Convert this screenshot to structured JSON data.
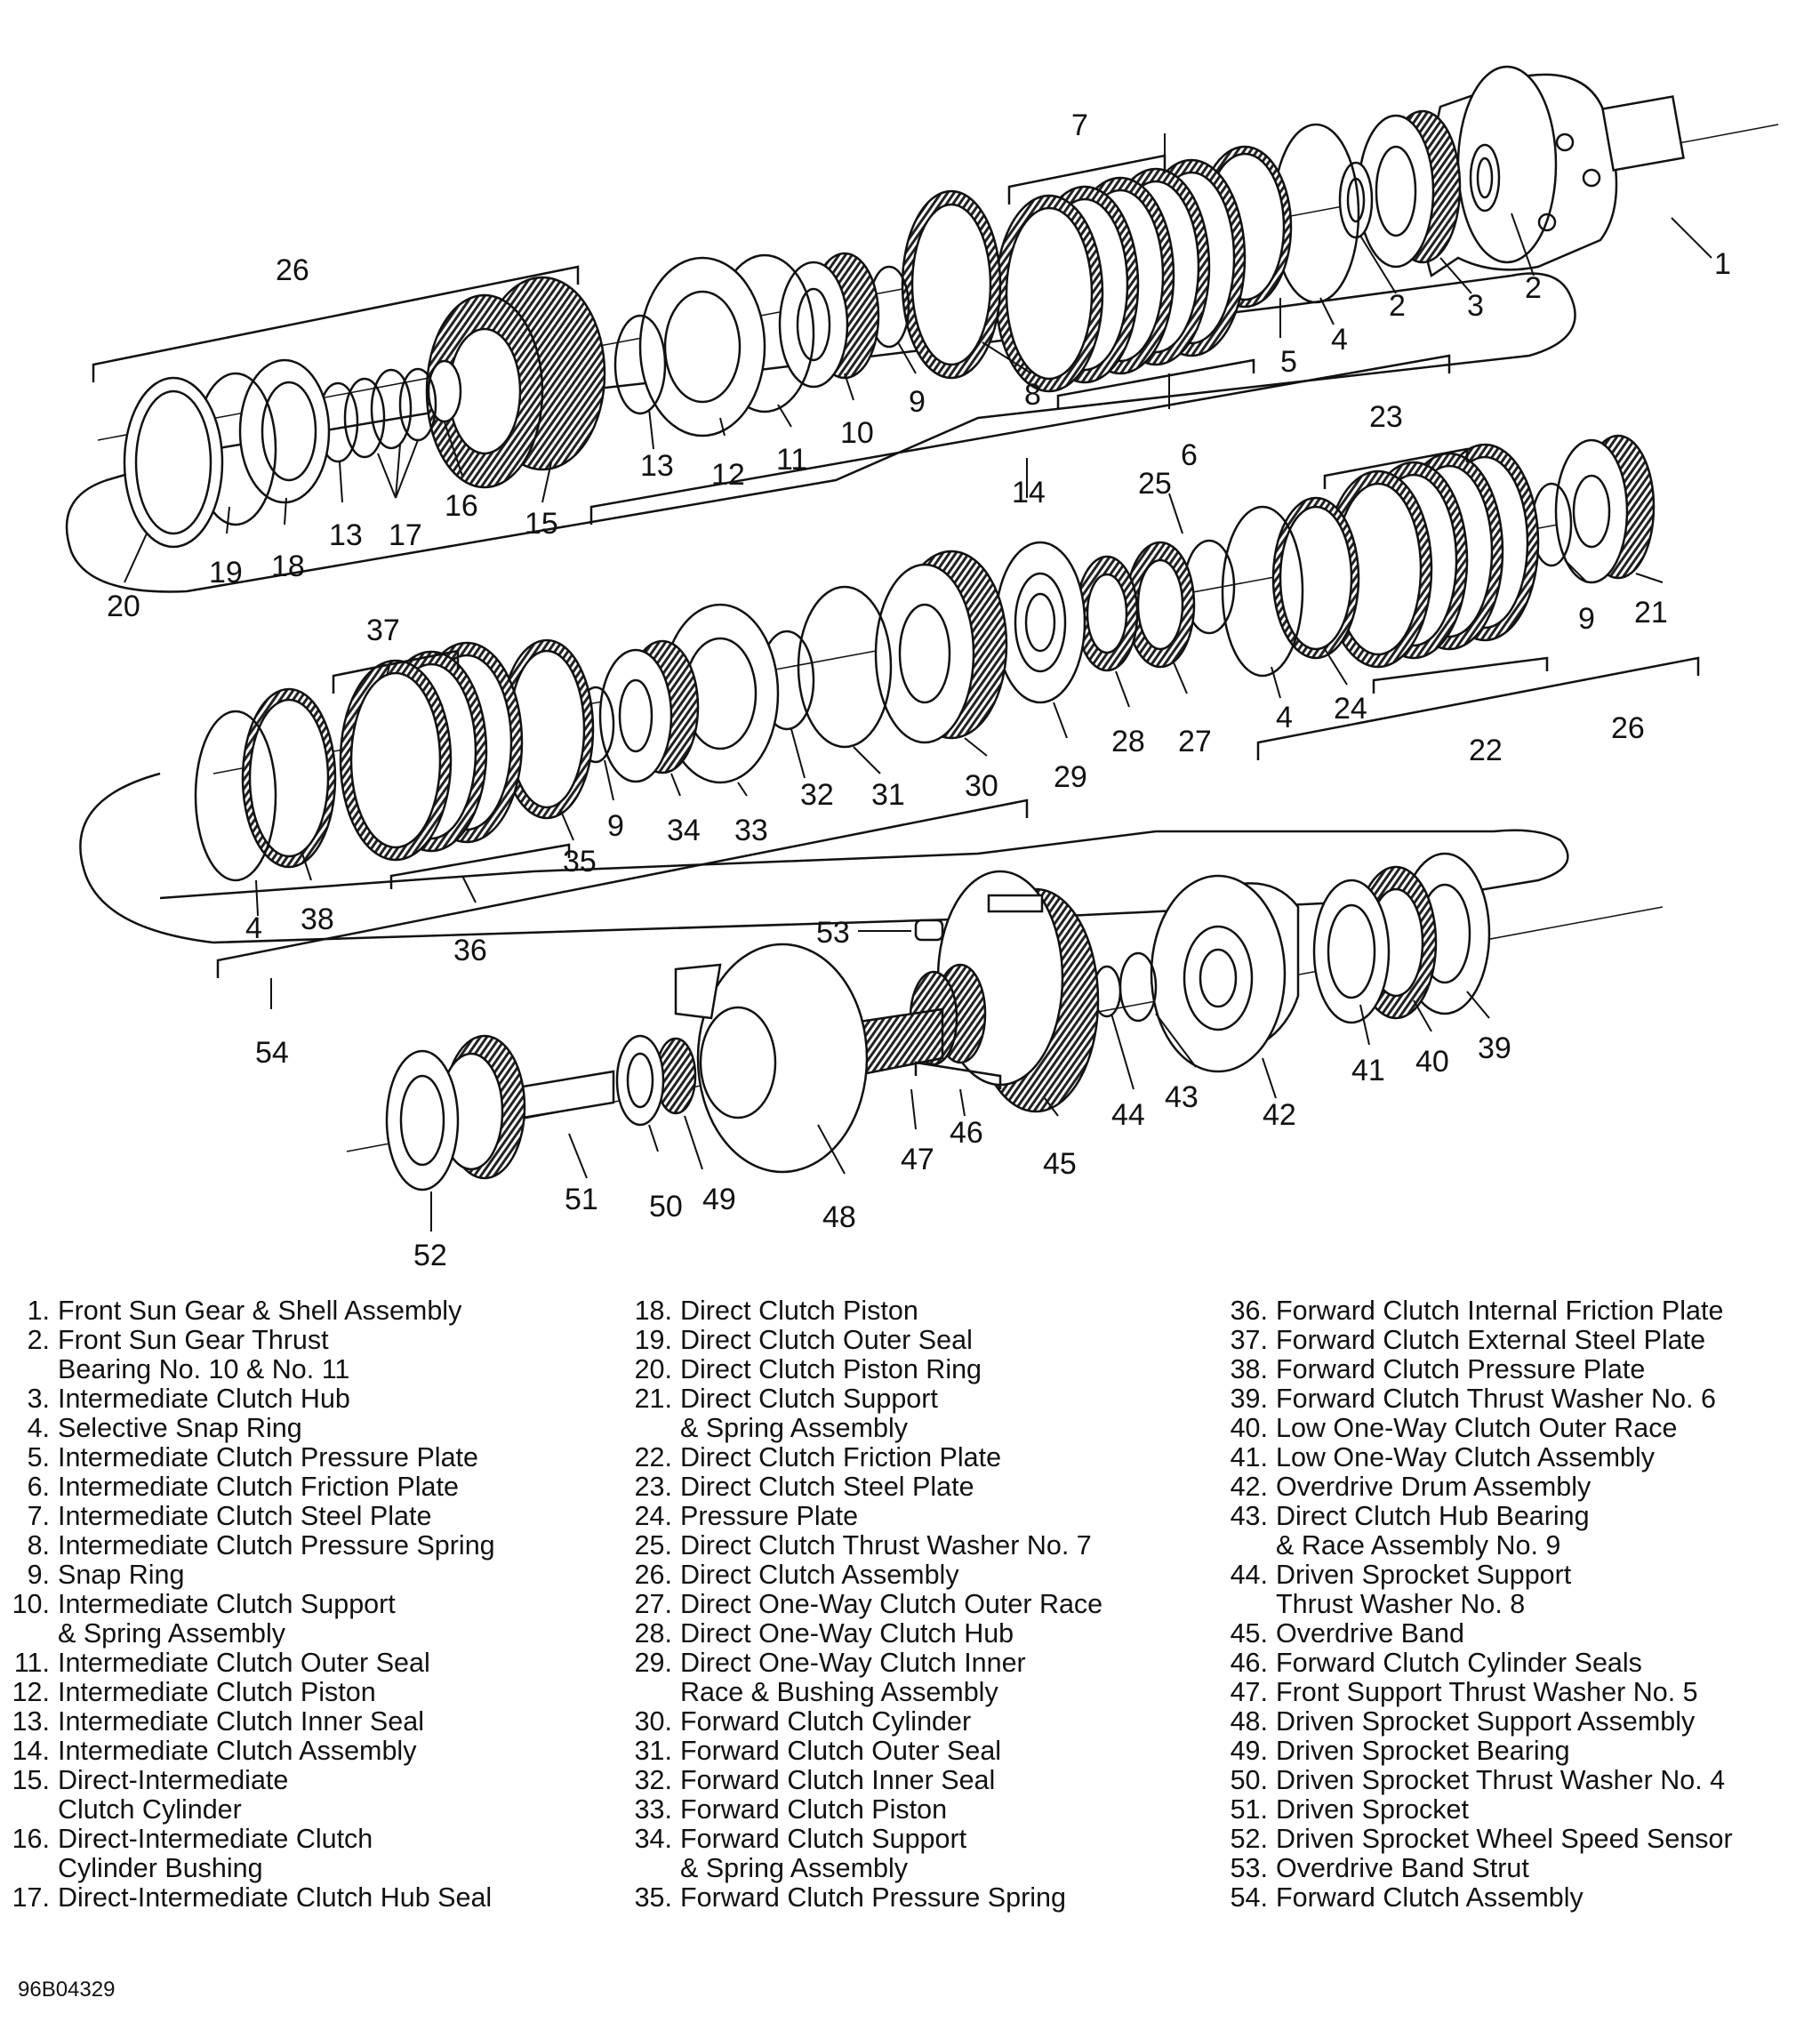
{
  "callouts": {
    "c1": "1",
    "c2a": "2",
    "c2b": "2",
    "c3": "3",
    "c4a": "4",
    "c4b": "4",
    "c4c": "4",
    "c5": "5",
    "c6": "6",
    "c7": "7",
    "c8": "8",
    "c9a": "9",
    "c9b": "9",
    "c9c": "9",
    "c10": "10",
    "c11": "11",
    "c12": "12",
    "c13a": "13",
    "c13b": "13",
    "c14": "14",
    "c15": "15",
    "c16": "16",
    "c17": "17",
    "c18": "18",
    "c19": "19",
    "c20": "20",
    "c21": "21",
    "c22": "22",
    "c23": "23",
    "c24": "24",
    "c25": "25",
    "c26a": "26",
    "c26b": "26",
    "c27": "27",
    "c28": "28",
    "c29": "29",
    "c30": "30",
    "c31": "31",
    "c32": "32",
    "c33": "33",
    "c34": "34",
    "c35": "35",
    "c36": "36",
    "c37": "37",
    "c38": "38",
    "c39": "39",
    "c40": "40",
    "c41": "41",
    "c42": "42",
    "c43": "43",
    "c44": "44",
    "c45": "45",
    "c46": "46",
    "c47": "47",
    "c48": "48",
    "c49": "49",
    "c50": "50",
    "c51": "51",
    "c52": "52",
    "c53": "53",
    "c54": "54"
  },
  "legend": {
    "col1": [
      {
        "num": "1.",
        "text": "Front Sun Gear & Shell Assembly"
      },
      {
        "num": "2.",
        "text": "Front Sun Gear Thrust",
        "cont": "Bearing No. 10 & No. 11"
      },
      {
        "num": "3.",
        "text": "Intermediate Clutch Hub"
      },
      {
        "num": "4.",
        "text": "Selective Snap Ring"
      },
      {
        "num": "5.",
        "text": "Intermediate Clutch Pressure Plate"
      },
      {
        "num": "6.",
        "text": "Intermediate Clutch Friction Plate"
      },
      {
        "num": "7.",
        "text": "Intermediate Clutch Steel Plate"
      },
      {
        "num": "8.",
        "text": "Intermediate Clutch Pressure Spring"
      },
      {
        "num": "9.",
        "text": "Snap Ring"
      },
      {
        "num": "10.",
        "text": "Intermediate Clutch Support",
        "cont": "& Spring Assembly"
      },
      {
        "num": "11.",
        "text": "Intermediate Clutch Outer Seal"
      },
      {
        "num": "12.",
        "text": "Intermediate Clutch Piston"
      },
      {
        "num": "13.",
        "text": "Intermediate Clutch Inner Seal"
      },
      {
        "num": "14.",
        "text": "Intermediate Clutch Assembly"
      },
      {
        "num": "15.",
        "text": "Direct-Intermediate",
        "cont": "Clutch Cylinder"
      },
      {
        "num": "16.",
        "text": "Direct-Intermediate Clutch",
        "cont": "Cylinder Bushing"
      },
      {
        "num": "17.",
        "text": "Direct-Intermediate Clutch Hub Seal"
      }
    ],
    "col2": [
      {
        "num": "18.",
        "text": "Direct Clutch Piston"
      },
      {
        "num": "19.",
        "text": "Direct Clutch Outer Seal"
      },
      {
        "num": "20.",
        "text": "Direct Clutch Piston Ring"
      },
      {
        "num": "21.",
        "text": "Direct Clutch Support",
        "cont": "& Spring Assembly"
      },
      {
        "num": "22.",
        "text": "Direct Clutch Friction Plate"
      },
      {
        "num": "23.",
        "text": "Direct Clutch Steel Plate"
      },
      {
        "num": "24.",
        "text": "Pressure Plate"
      },
      {
        "num": "25.",
        "text": "Direct Clutch Thrust Washer No. 7"
      },
      {
        "num": "26.",
        "text": "Direct Clutch Assembly"
      },
      {
        "num": "27.",
        "text": "Direct One-Way Clutch Outer Race"
      },
      {
        "num": "28.",
        "text": "Direct One-Way Clutch Hub"
      },
      {
        "num": "29.",
        "text": "Direct One-Way Clutch Inner",
        "cont": "Race & Bushing Assembly"
      },
      {
        "num": "30.",
        "text": "Forward Clutch Cylinder"
      },
      {
        "num": "31.",
        "text": "Forward Clutch Outer Seal"
      },
      {
        "num": "32.",
        "text": "Forward Clutch Inner Seal"
      },
      {
        "num": "33.",
        "text": "Forward Clutch Piston"
      },
      {
        "num": "34.",
        "text": "Forward Clutch Support",
        "cont": "& Spring Assembly"
      },
      {
        "num": "35.",
        "text": "Forward Clutch Pressure Spring"
      }
    ],
    "col3": [
      {
        "num": "36.",
        "text": "Forward Clutch Internal Friction Plate"
      },
      {
        "num": "37.",
        "text": "Forward Clutch External Steel Plate"
      },
      {
        "num": "38.",
        "text": "Forward Clutch Pressure Plate"
      },
      {
        "num": "39.",
        "text": "Forward Clutch Thrust Washer No. 6"
      },
      {
        "num": "40.",
        "text": "Low One-Way Clutch Outer Race"
      },
      {
        "num": "41.",
        "text": "Low One-Way Clutch Assembly"
      },
      {
        "num": "42.",
        "text": "Overdrive Drum Assembly"
      },
      {
        "num": "43.",
        "text": "Direct Clutch Hub Bearing",
        "cont": "& Race Assembly No. 9"
      },
      {
        "num": "44.",
        "text": "Driven Sprocket Support",
        "cont": "Thrust Washer No. 8"
      },
      {
        "num": "45.",
        "text": "Overdrive Band"
      },
      {
        "num": "46.",
        "text": "Forward Clutch Cylinder Seals"
      },
      {
        "num": "47.",
        "text": "Front Support Thrust Washer No. 5"
      },
      {
        "num": "48.",
        "text": "Driven Sprocket Support Assembly"
      },
      {
        "num": "49.",
        "text": "Driven Sprocket Bearing"
      },
      {
        "num": "50.",
        "text": "Driven Sprocket Thrust Washer No. 4"
      },
      {
        "num": "51.",
        "text": "Driven Sprocket"
      },
      {
        "num": "52.",
        "text": "Driven Sprocket Wheel Speed Sensor"
      },
      {
        "num": "53.",
        "text": "Overdrive Band Strut"
      },
      {
        "num": "54.",
        "text": "Forward Clutch Assembly"
      }
    ]
  },
  "figure_code": "96B04329"
}
